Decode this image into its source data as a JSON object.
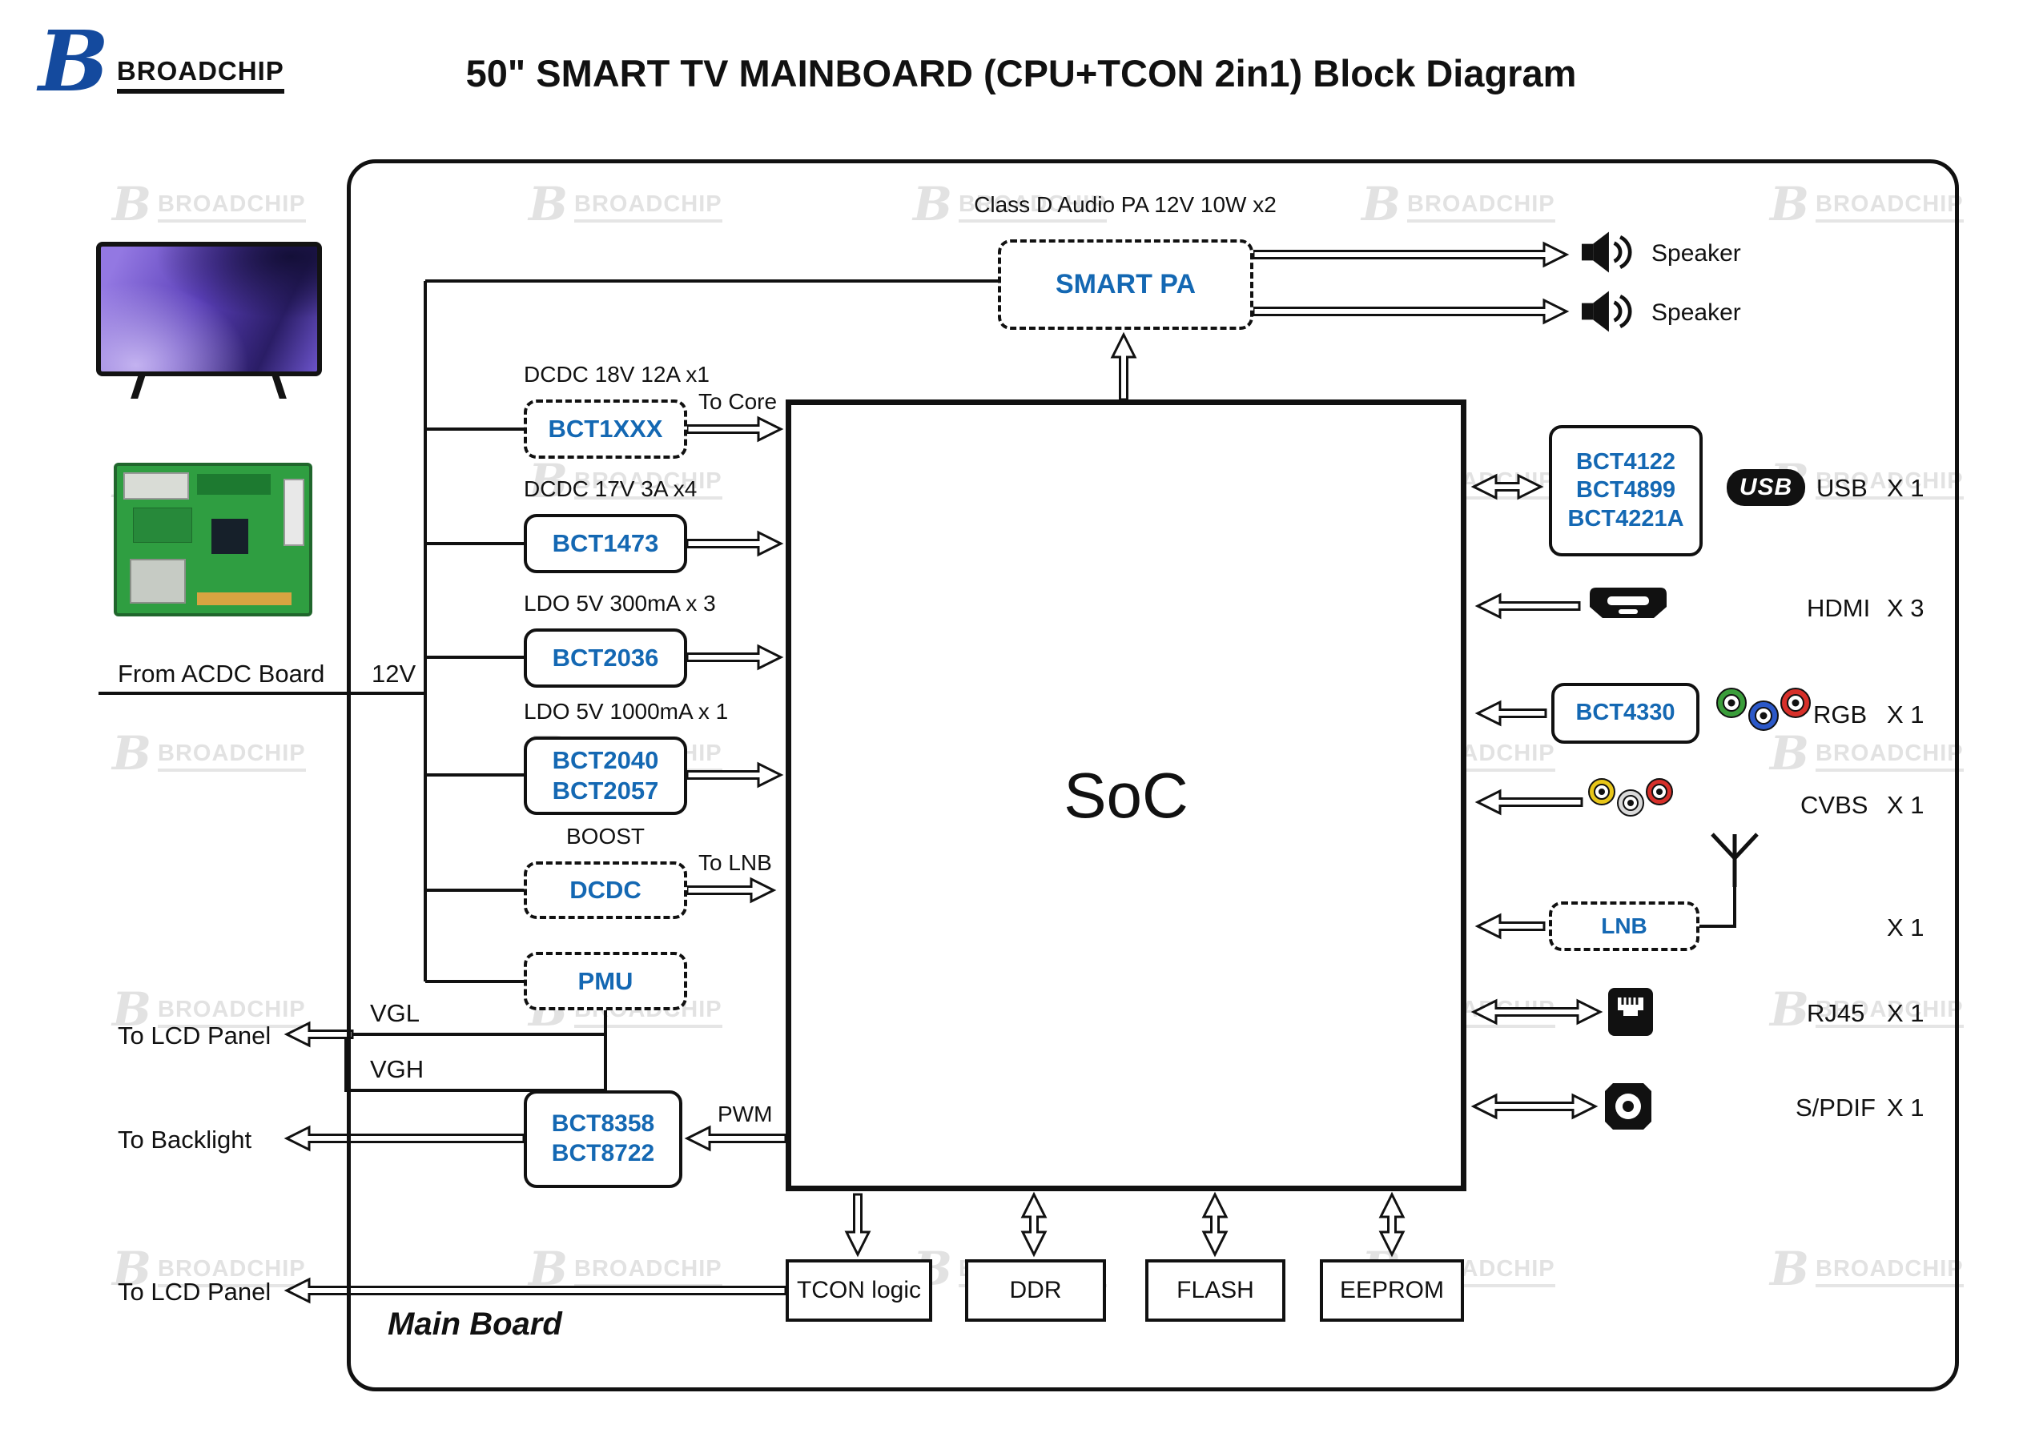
{
  "colors": {
    "chip_blue": "#1468b3",
    "logo_blue": "#144a9e",
    "pcb_green": "#2f9e41",
    "watermark_gray": "#a0a0a0",
    "rgb_jacks": [
      "#3a9d3a",
      "#2b58c8",
      "#d7302a"
    ],
    "cvbs_jacks": [
      "#e8c619",
      "#d9d9d9",
      "#d7302a"
    ]
  },
  "header": {
    "logo_mark": "B",
    "logo_text": "BROADCHIP",
    "title": "50\" SMART TV MAINBOARD (CPU+TCON 2in1) Block Diagram"
  },
  "source": {
    "from_label": "From ACDC Board",
    "voltage": "12V"
  },
  "audio": {
    "pa_caption": "Class D Audio PA  12V 10W x2",
    "pa_name": "SMART PA",
    "speakers": [
      "Speaker",
      "Speaker"
    ]
  },
  "soc": {
    "label": "SoC"
  },
  "left_chips": [
    {
      "caption": "DCDC 18V 12A x1",
      "name": "BCT1XXX",
      "note": "To Core"
    },
    {
      "caption": "DCDC 17V 3A x4",
      "name": "BCT1473"
    },
    {
      "caption": "LDO 5V 300mA x 3",
      "name": "BCT2036"
    },
    {
      "caption": "LDO 5V 1000mA x 1",
      "lines": [
        "BCT2040",
        "BCT2057"
      ]
    },
    {
      "caption": "BOOST",
      "name": "DCDC",
      "note": "To LNB"
    },
    {
      "name": "PMU"
    }
  ],
  "pmu_outputs": {
    "vgl": "VGL",
    "vgh": "VGH",
    "to_lcd": "To LCD Panel"
  },
  "backlight": {
    "lines": [
      "BCT8358",
      "BCT8722"
    ],
    "signal": "PWM",
    "target": "To Backlight"
  },
  "bottom_lcd": "To LCD Panel",
  "bottom_chips": [
    "TCON logic",
    "DDR",
    "FLASH",
    "EEPROM"
  ],
  "right_ports": [
    {
      "chips": [
        "BCT4122",
        "BCT4899",
        "BCT4221A"
      ],
      "badge": "USB",
      "label": "USB",
      "count": "X 1"
    },
    {
      "label": "HDMI",
      "count": "X 3"
    },
    {
      "chips": [
        "BCT4330"
      ],
      "label": "RGB",
      "count": "X 1"
    },
    {
      "label": "CVBS",
      "count": "X 1"
    },
    {
      "chips": [
        "LNB"
      ],
      "count": "X 1"
    },
    {
      "label": "RJ45",
      "count": "X 1"
    },
    {
      "label": "S/PDIF",
      "count": "X 1"
    }
  ],
  "board_label": "Main Board",
  "watermark": {
    "mark": "B",
    "text": "BROADCHIP"
  }
}
